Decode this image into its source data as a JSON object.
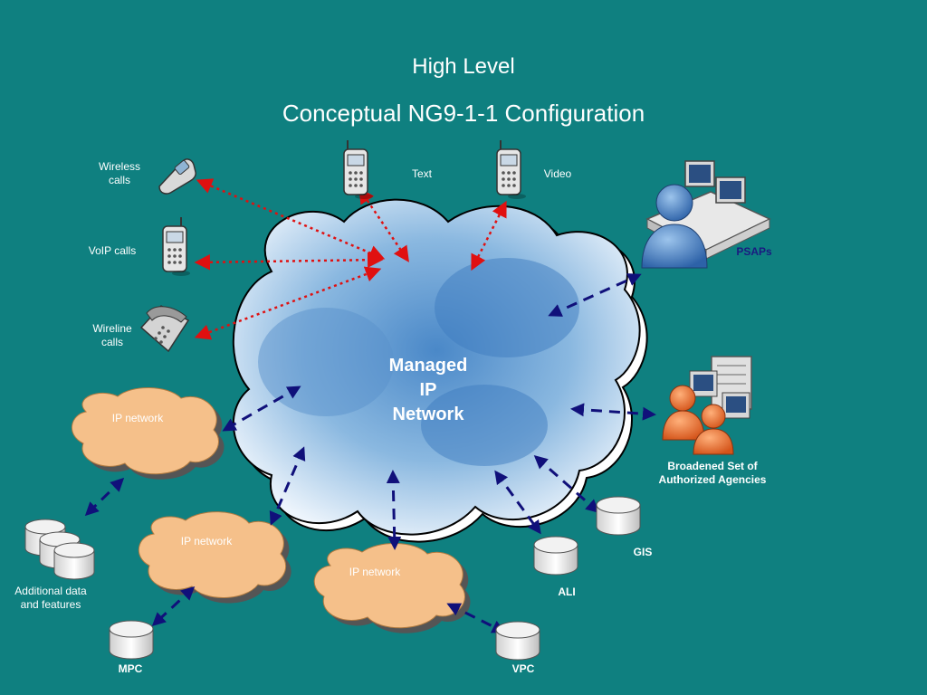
{
  "title": {
    "line1": "High Level",
    "line2": "Conceptual NG9-1-1 Configuration"
  },
  "center": {
    "line1": "Managed",
    "line2": "IP",
    "line3": "Network"
  },
  "devices": {
    "wireless": {
      "line1": "Wireless",
      "line2": "calls",
      "icon": "cell-phone-icon"
    },
    "voip": {
      "label": "VoIP calls",
      "icon": "voip-phone-icon"
    },
    "wireline": {
      "line1": "Wireline",
      "line2": "calls",
      "icon": "desk-phone-icon"
    },
    "text": {
      "label": "Text",
      "icon": "mobile-phone-icon"
    },
    "video": {
      "label": "Video",
      "icon": "mobile-phone-icon"
    }
  },
  "nodes": {
    "psaps": "PSAPs",
    "agencies": {
      "line1": "Broadened Set of",
      "line2": "Authorized Agencies"
    },
    "gis": "GIS",
    "ali": "ALI",
    "mpc": "MPC",
    "vpc": "VPC",
    "additional": {
      "line1": "Additional data",
      "line2": "and features"
    },
    "ip_network_1": "IP network",
    "ip_network_2": "IP network",
    "ip_network_3": "IP network"
  },
  "colors": {
    "background": "#0f8080",
    "call_link": "#e01010",
    "data_link": "#10107a",
    "ip_cloud": "#f5c08a",
    "managed_cloud": "#bcd6ef"
  }
}
